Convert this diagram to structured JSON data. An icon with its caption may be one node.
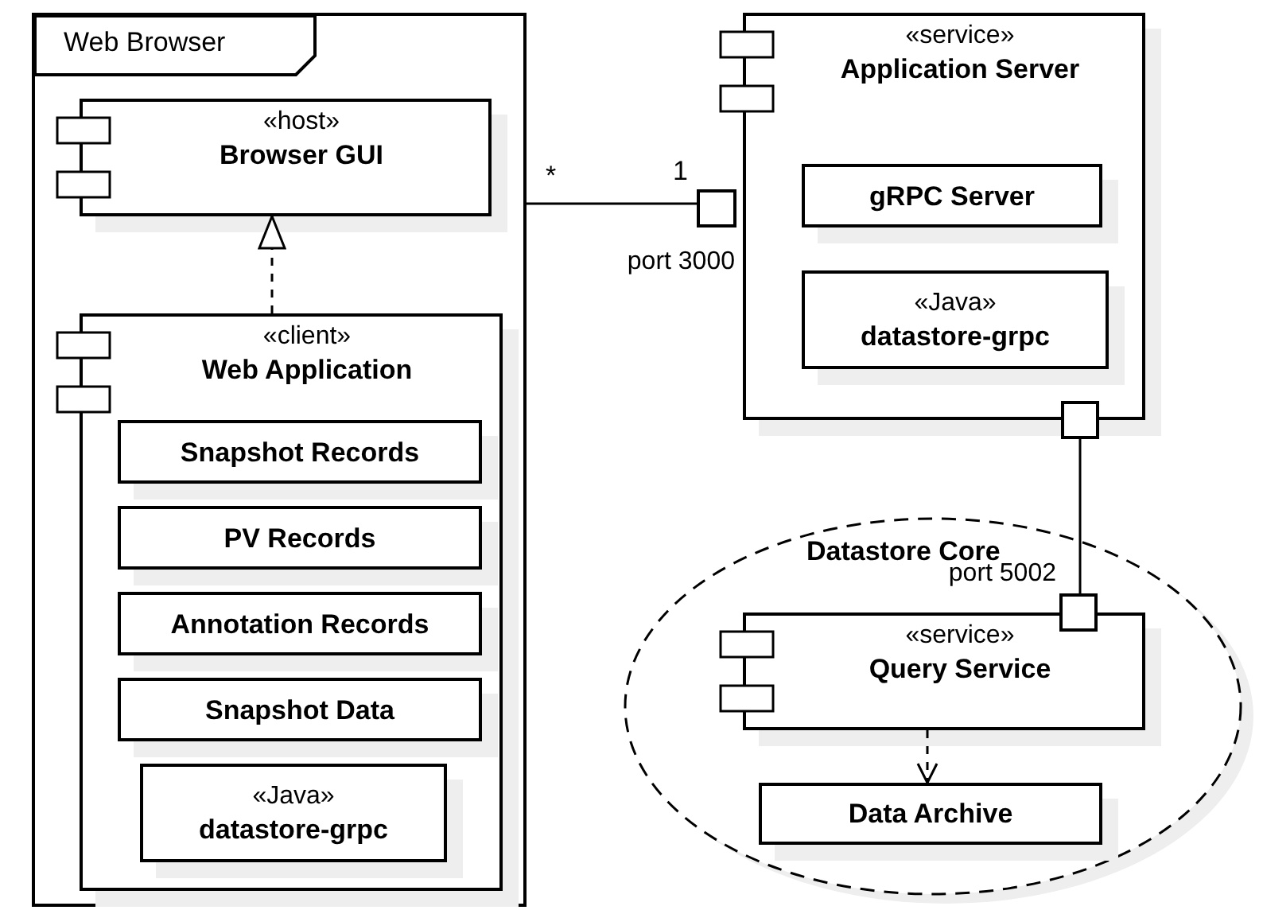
{
  "diagram": {
    "nodes": [
      {
        "text": [
          "Web Browser"
        ]
      },
      {
        "text": [
          "«host»",
          "Browser GUI"
        ],
        "in": 0
      },
      {
        "text": [
          "«client»",
          "Web Application"
        ],
        "in": 0
      },
      {
        "text": [
          "Snapshot Records"
        ],
        "in": 2
      },
      {
        "text": [
          "PV Records"
        ],
        "in": 2
      },
      {
        "text": [
          "Annotation Records"
        ],
        "in": 2
      },
      {
        "text": [
          "Snapshot Data"
        ],
        "in": 2
      },
      {
        "text": [
          "«Java»",
          "datastore-grpc"
        ],
        "in": 2
      },
      {
        "text": [
          "«service»",
          "Application Server"
        ]
      },
      {
        "text": [
          "gRPC Server"
        ],
        "in": 8
      },
      {
        "text": [
          "«Java»",
          "datastore-grpc"
        ],
        "in": 8
      },
      {
        "text": [],
        "shape": "box",
        "beside": [
          "port 3000"
        ]
      },
      {
        "text": [],
        "shape": "box"
      },
      {
        "text": [
          "Datastore Core"
        ]
      },
      {
        "text": [],
        "shape": "box",
        "beside": [
          "port 5002"
        ],
        "in": 13
      },
      {
        "text": [
          "«service»",
          "Query Service"
        ],
        "in": 13
      },
      {
        "text": [
          "Data Archive"
        ],
        "in": 13
      }
    ],
    "edges": [
      {
        "from": 2,
        "to": 1,
        "arrow": "to",
        "style": "dashed"
      },
      {
        "from": 0,
        "to": 11,
        "arrow": "none"
      },
      {
        "from": 12,
        "to": 14,
        "arrow": "none"
      },
      {
        "from": 15,
        "to": 16,
        "arrow": "to",
        "style": "dashed"
      }
    ],
    "labels": [
      "*",
      "1"
    ]
  }
}
